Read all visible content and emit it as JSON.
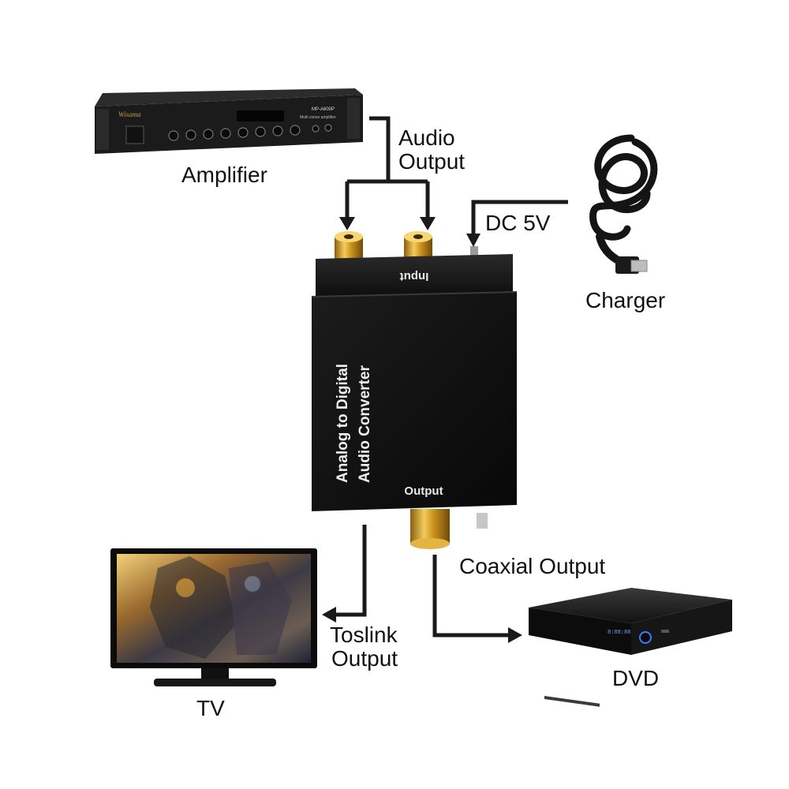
{
  "labels": {
    "amplifier": "Amplifier",
    "audio_output": [
      "Audio",
      "Output"
    ],
    "dc": "DC 5V",
    "charger": "Charger",
    "coaxial_output": "Coaxial Output",
    "toslink_output": [
      "Toslink",
      "Output"
    ],
    "dvd": "DVD",
    "tv": "TV"
  },
  "device": {
    "input_label": "Input",
    "title_line1": "Analog to Digital",
    "title_line2": "Audio Converter",
    "output_label": "Output"
  },
  "amplifier_panel": {
    "brand": "Wisama",
    "model": "MP-A600P",
    "subtitle": "Multi zones amplifier"
  },
  "dvd_panel": {
    "display": "8:88:88"
  },
  "colors": {
    "line": "#1a1a1a",
    "device_body": "#121212",
    "gold": "#d8a428",
    "text": "#111111"
  }
}
